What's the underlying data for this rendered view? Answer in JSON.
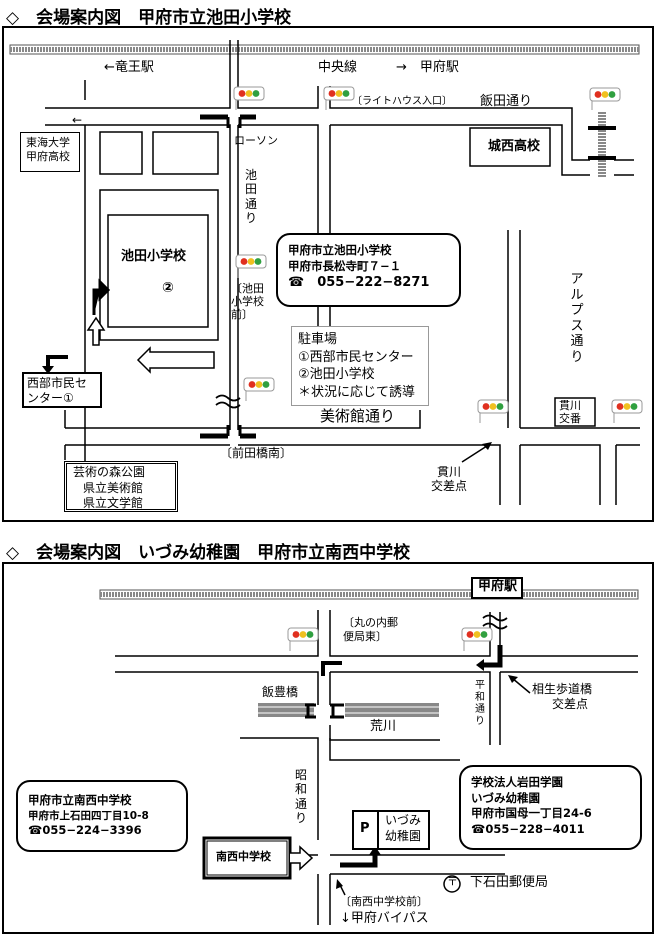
{
  "map1": {
    "title": "◇　会場案内図　甲府市立池田小学校",
    "rail": {
      "line_name": "中央線",
      "west_station": "←竜王駅",
      "east_station": "→　甲府駅"
    },
    "roads": {
      "iida": "飯田通り",
      "ikeda": "池田通り",
      "alps": "アルプス通り",
      "bijutsukan": "美術館通り"
    },
    "landmarks": {
      "lighthouse_entrance": "〔ライトハウス入口〕",
      "lawson": "ローソン",
      "tokai_line1": "東海大学",
      "tokai_line2": "甲府高校",
      "tokai_arrow": "←",
      "josei": "城西高校",
      "school_name": "池田小学校",
      "school_parking_num": "②",
      "ikeda_school_mae": "〔池田小学校前〕",
      "nishibu_line1": "西部市民セ",
      "nishibu_line2": "ンター①",
      "maedabashi": "〔前田橋南〕",
      "nukigawa_koban_line1": "貫川",
      "nukigawa_koban_line2": "交番",
      "nukigawa_int_line1": "貫川",
      "nukigawa_int_line2": "交差点",
      "geijutsu1": "芸術の森公園",
      "geijutsu2": "県立美術館",
      "geijutsu3": "県立文学館"
    },
    "info": {
      "name": "甲府市立池田小学校",
      "address": "甲府市長松寺町７−１",
      "phone": "☎　055−222−8271"
    },
    "parking": {
      "title": "駐車場",
      "item1": "①西部市民センター",
      "item2": "②池田小学校",
      "item3": "＊状況に応じて誘導"
    }
  },
  "map2": {
    "title": "◇　会場案内図　いづみ幼稚園　甲府市立南西中学校",
    "station": "甲府駅",
    "landmarks": {
      "marunouchi": "〔丸の内郵便局東〕",
      "iitoyobashi": "飯豊橋",
      "arakawa": "荒川",
      "showa": "昭和通り",
      "heiwa": "平和通り",
      "aioi_line1": "相生歩道橋",
      "aioi_line2": "交差点",
      "nansei_bldg": "南西中学校",
      "izumi_line1": "いづみ",
      "izumi_line2": "幼稚園",
      "parking_letter": "P",
      "post_office_mark": "〒",
      "post_office": "下石田郵便局",
      "nansei_mae": "〔南西中学校前〕",
      "bypass": "↓甲府バイパス"
    },
    "info_nansei": {
      "name": "甲府市立南西中学校",
      "address": "甲府市上石田四丁目10-8",
      "phone": "☎055−224−3396"
    },
    "info_izumi": {
      "org": "学校法人岩田学園",
      "name": "いづみ幼稚園",
      "address": "甲府市国母一丁目24-6",
      "phone": "☎055−228−4011"
    }
  },
  "colors": {
    "signal_red": "#e03020",
    "signal_yellow": "#f0c020",
    "signal_green": "#30a040",
    "road": "#000000",
    "rail": "#888888"
  }
}
